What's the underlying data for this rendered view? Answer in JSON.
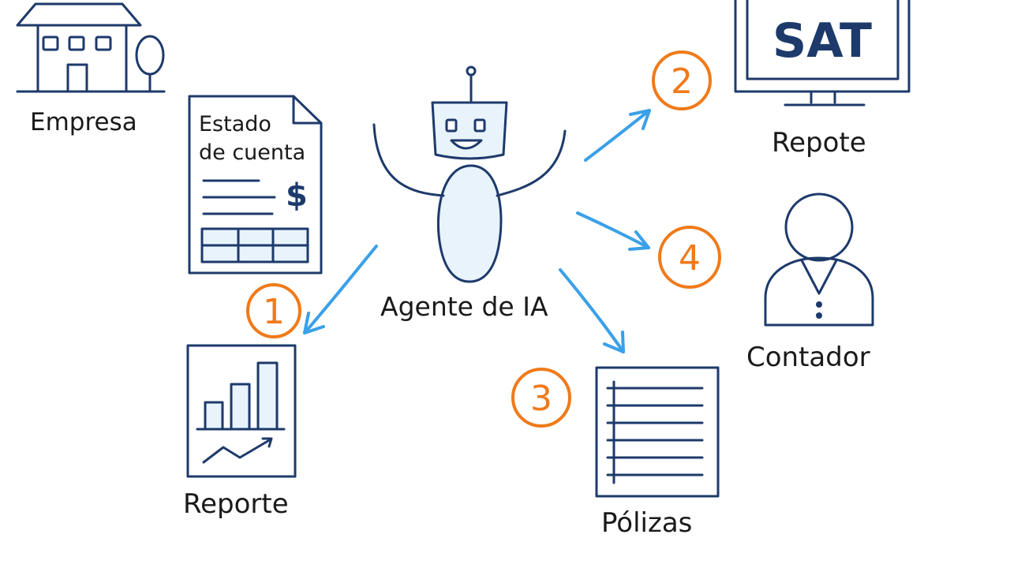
{
  "labels": {
    "empresa": "Empresa",
    "estado_line1": "Estado",
    "estado_line2": "de cuenta",
    "agente": "Agente de IA",
    "sat": "SAT",
    "repote": "Repote",
    "contador": "Contador",
    "reporte": "Reporte",
    "polizas": "Pólizas",
    "dollar": "$"
  },
  "steps": {
    "one": "1",
    "two": "2",
    "three": "3",
    "four": "4"
  },
  "colors": {
    "ink": "#1d3a6b",
    "arrow": "#3aa0e8",
    "step": "#f07a1a",
    "fill": "#e8f3fb"
  },
  "icons": {
    "empresa": "building-icon",
    "estado": "bank-statement-icon",
    "agente": "robot-icon",
    "sat": "monitor-icon",
    "contador": "person-icon",
    "reporte": "bar-chart-report-icon",
    "polizas": "ledger-list-icon"
  }
}
